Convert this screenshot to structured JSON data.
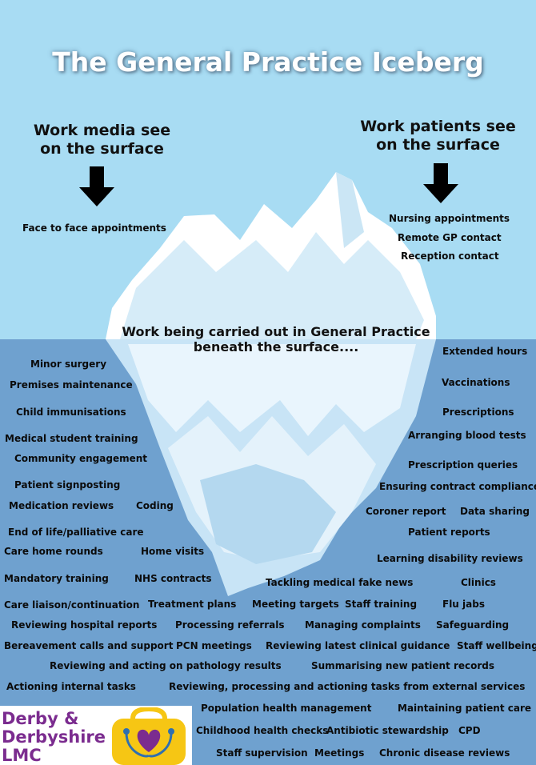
{
  "title": "The General Practice Iceberg",
  "media_heading": [
    "Work media see",
    "on the surface"
  ],
  "patients_heading": [
    "Work patients see",
    "on the surface"
  ],
  "beneath_heading": [
    "Work being carried out in General Practice",
    "beneath the surface...."
  ],
  "surface_media": [
    "Face to face appointments"
  ],
  "surface_patients": [
    "Nursing appointments",
    "Remote GP contact",
    "Reception contact"
  ],
  "beneath_items": [
    "Minor surgery",
    "Extended hours",
    "Premises maintenance",
    "Vaccinations",
    "Child immunisations",
    "Prescriptions",
    "Medical student training",
    "Arranging blood tests",
    "Community engagement",
    "Prescription queries",
    "Patient signposting",
    "Ensuring contract compliance",
    "Medication reviews",
    "Coding",
    "Coroner report",
    "Data sharing",
    "End of life/palliative care",
    "Patient reports",
    "Care home rounds",
    "Home visits",
    "Learning disability reviews",
    "Mandatory training",
    "NHS contracts",
    "Tackling medical fake news",
    "Clinics",
    "Care liaison/continuation",
    "Treatment plans",
    "Meeting targets",
    "Staff training",
    "Flu jabs",
    "Reviewing hospital reports",
    "Processing referrals",
    "Managing complaints",
    "Safeguarding",
    "Bereavement calls and support",
    "PCN meetings",
    "Reviewing latest clinical guidance",
    "Staff wellbeing",
    "Reviewing and acting on pathology results",
    "Summarising new patient records",
    "Actioning internal tasks",
    "Reviewing, processing and actioning tasks from external services",
    "Population health management",
    "Maintaining patient care",
    "Childhood health checks",
    "Antibiotic stewardship",
    "CPD",
    "Staff supervision",
    "Meetings",
    "Chronic disease reviews"
  ],
  "logo": {
    "lines": [
      "Derby &",
      "Derbyshire",
      "LMC"
    ]
  },
  "colors": {
    "sky": "#a8dcf3",
    "sea": "#6fa1cf",
    "logo_purple": "#7b2c8f",
    "logo_yellow": "#f6c614"
  }
}
